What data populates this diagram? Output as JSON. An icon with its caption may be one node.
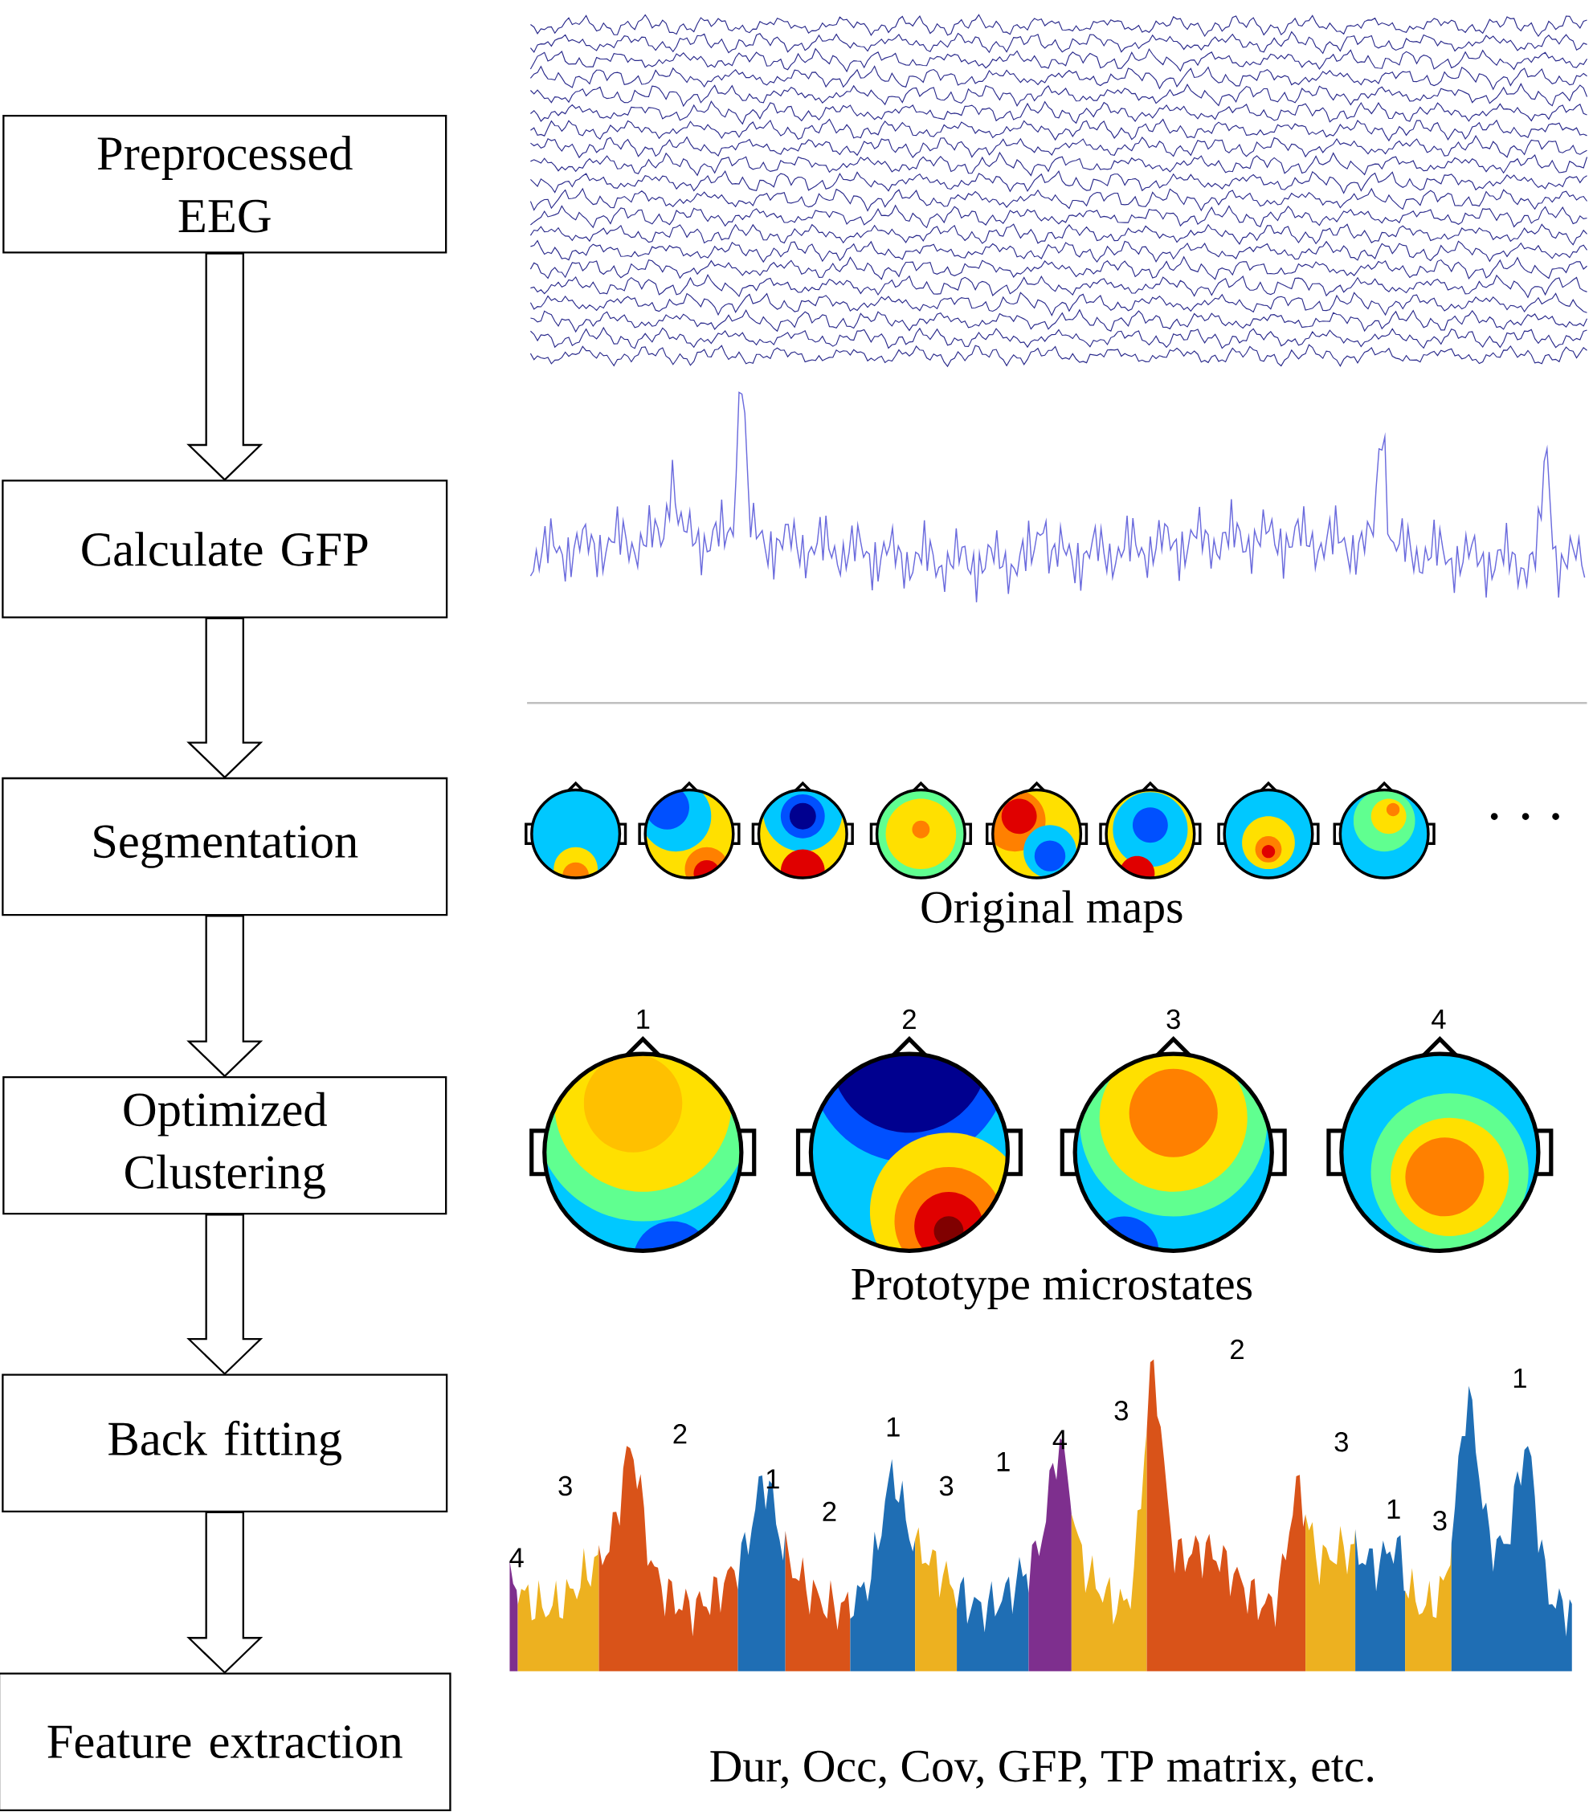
{
  "diagram": {
    "nodes": [
      {
        "text": [
          "Preprocessed EEG"
        ]
      },
      {
        "text": [
          "Calculate GFP"
        ]
      },
      {
        "text": [
          "Segmentation"
        ]
      },
      {
        "text": [
          "Optimized Clustering"
        ]
      },
      {
        "text": [
          "Back fitting"
        ]
      },
      {
        "text": [
          "Feature extraction"
        ]
      }
    ],
    "edges": [
      {
        "from": 0,
        "to": 1,
        "arrow": "to"
      },
      {
        "from": 1,
        "to": 2,
        "arrow": "to"
      },
      {
        "from": 2,
        "to": 3,
        "arrow": "to"
      },
      {
        "from": 3,
        "to": 4,
        "arrow": "to"
      },
      {
        "from": 4,
        "to": 5,
        "arrow": "to"
      }
    ],
    "labels": [
      "Original maps",
      "1",
      "2",
      "3",
      "4",
      "Prototype microstates",
      "4",
      "3",
      "2",
      "1",
      "2",
      "1",
      "3",
      "1",
      "4",
      "3",
      "2",
      "3",
      "1",
      "3",
      "1",
      "Dur, Occ, Cov, GFP, TP matrix, etc."
    ]
  }
}
